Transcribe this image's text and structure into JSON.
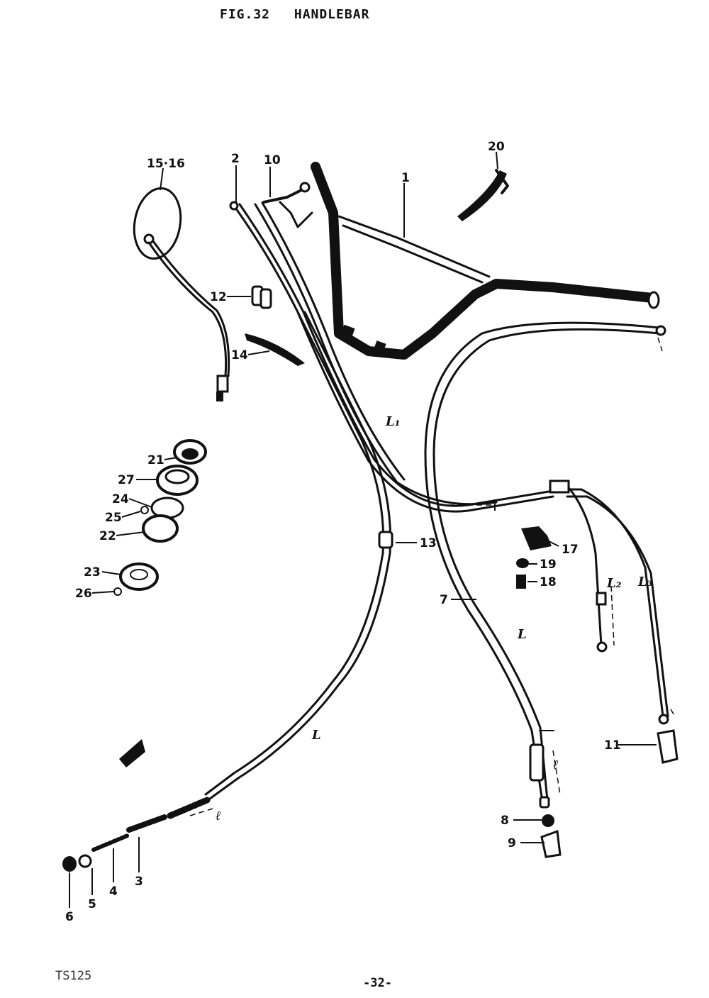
{
  "header": {
    "fig": "FIG.32",
    "title": "HANDLEBAR"
  },
  "footer": {
    "model": "TS125",
    "page": "-32-"
  },
  "callouts": {
    "c1": "1",
    "c2": "2",
    "c3": "3",
    "c4": "4",
    "c5": "5",
    "c6": "6",
    "c7": "7",
    "c8": "8",
    "c9": "9",
    "c10": "10",
    "c11": "11",
    "c12": "12",
    "c13": "13",
    "c14": "14",
    "c15_16": "15·16",
    "c17": "17",
    "c18": "18",
    "c19": "19",
    "c20": "20",
    "c21": "21",
    "c22": "22",
    "c23": "23",
    "c24": "24",
    "c25": "25",
    "c26": "26",
    "c27": "27"
  },
  "dimensions": {
    "L": "L",
    "l": "ℓ",
    "L1": "L₁",
    "L2": "L₂",
    "L3": "L₃"
  }
}
